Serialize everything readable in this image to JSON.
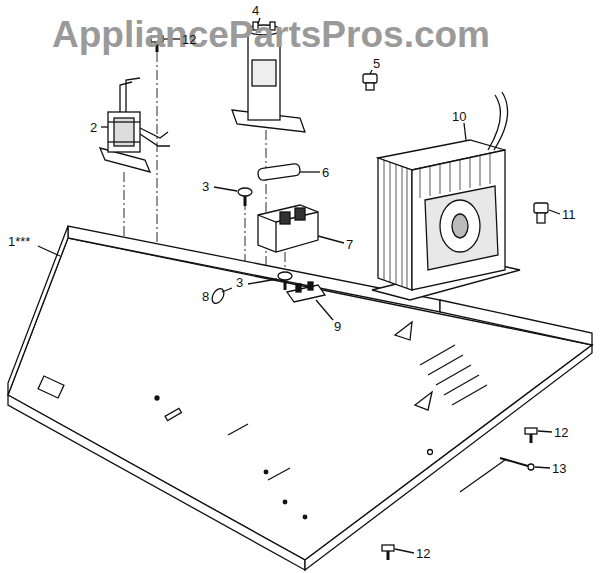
{
  "diagram": {
    "labels": [
      "AppliancePartsPros.com",
      "12",
      "4",
      "2",
      "5",
      "6",
      "10",
      "3",
      "11",
      "7",
      "1***",
      "8",
      "3",
      "9",
      "12",
      "13",
      "12"
    ]
  }
}
